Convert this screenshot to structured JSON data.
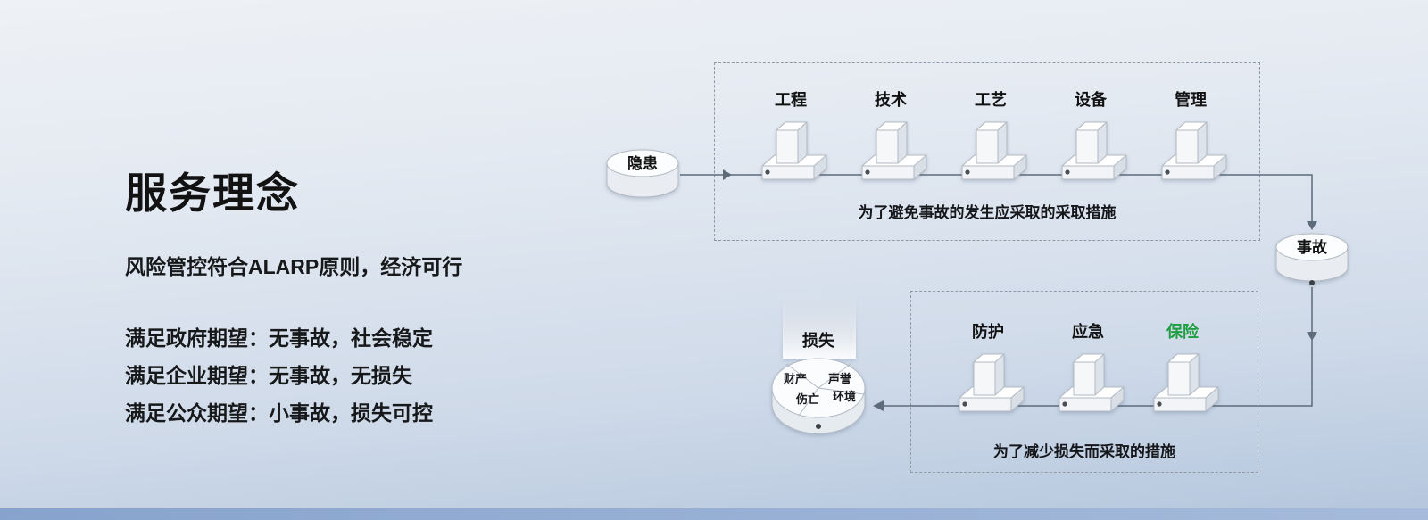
{
  "left_panel": {
    "title": "服务理念",
    "subtitle": "风险管控符合ALARP原则，经济可行",
    "expectations": [
      "满足政府期望：无事故，社会稳定",
      "满足企业期望：无事故，无损失",
      "满足公众期望：小事故，损失可控"
    ]
  },
  "diagram": {
    "hazard_label": "隐患",
    "accident_label": "事故",
    "loss": {
      "label": "损失",
      "segments": [
        "财产",
        "声誉",
        "伤亡",
        "环境"
      ]
    },
    "prevention": {
      "barriers": [
        "工程",
        "技术",
        "工艺",
        "设备",
        "管理"
      ],
      "caption": "为了避免事故的发生应采取的采取措施"
    },
    "mitigation": {
      "barriers": [
        "防护",
        "应急",
        "保险"
      ],
      "caption": "为了减少损失而采取的措施",
      "highlight_color": "#1e9e40"
    }
  }
}
